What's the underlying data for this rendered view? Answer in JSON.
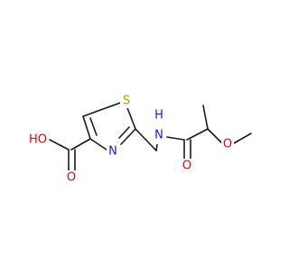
{
  "molecule": {
    "atom_labels": {
      "hydroxyl": "HO",
      "carboxyl_oxygen": "O",
      "ring_sulfur": "S",
      "ring_nitrogen": "N",
      "amide_nitrogen": "H",
      "amide_nitrogen_n": "N",
      "amide_oxygen": "O",
      "ether_oxygen": "O"
    },
    "colors": {
      "bond": "#1a1a1a",
      "oxygen": "#e8000b",
      "nitrogen": "#1a1acc",
      "sulfur": "#b8a000"
    }
  }
}
